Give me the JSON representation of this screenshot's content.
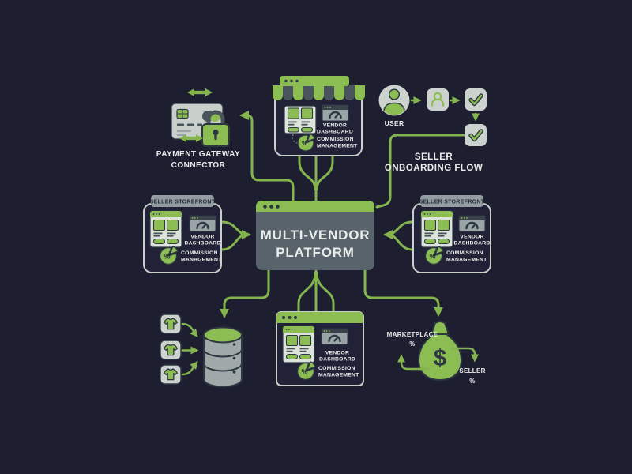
{
  "page": {
    "type": "flow-diagram",
    "background": "#1e1e31"
  },
  "title": {
    "line1": "MULTI-VENDOR",
    "line2": "PLATFORM"
  },
  "labels": {
    "payment_gateway": [
      "PAYMENT GATEWAY",
      "CONNECTOR"
    ],
    "user": "USER",
    "onboarding": [
      "SELLER",
      "ONBOARDING FLOW"
    ],
    "seller_storefront": "SELLER STOREFRONT",
    "vendor_dashboard": [
      "VENDOR",
      "DASHBOARD"
    ],
    "commission_management": [
      "COMMISSION",
      "MANAGEMENT"
    ],
    "marketplace": "MARKETPLACE",
    "seller": "SELLER"
  },
  "symbols": {
    "percent": "%",
    "dollar": "$"
  },
  "colors": {
    "background": "#1e1e31",
    "green": "#8cbd52",
    "line_green": "#84b44e",
    "dark_outline": "#2d3741",
    "dark_stripe": "#49535b",
    "light_gray": "#ccd3cf",
    "card_light": "#dce3da",
    "mini_gray": "#9aa4a6",
    "mini_header": "#39424b",
    "center_body": "#59636c",
    "tab_gray": "#939da1",
    "db_gray": "#9fa9a7",
    "text_light": "#e8edea",
    "text_dark": "#242e36"
  },
  "icons": {
    "storefront-icon": "shop with striped awning",
    "credit-card-icon": "payment card with chip",
    "padlock-icon": "security lock",
    "transfer-arrows-icon": "double-headed arrow",
    "user-avatar-icon": "person in circle",
    "person-box-icon": "person outline in square",
    "check-icon": "checkmark in square",
    "database-icon": "stacked cylinder database",
    "tshirt-icon": "t-shirt product",
    "money-bag-icon": "dollar money sack",
    "gauge-icon": "speedometer dashboard gauge",
    "pie-icon": "percent pie chart"
  }
}
